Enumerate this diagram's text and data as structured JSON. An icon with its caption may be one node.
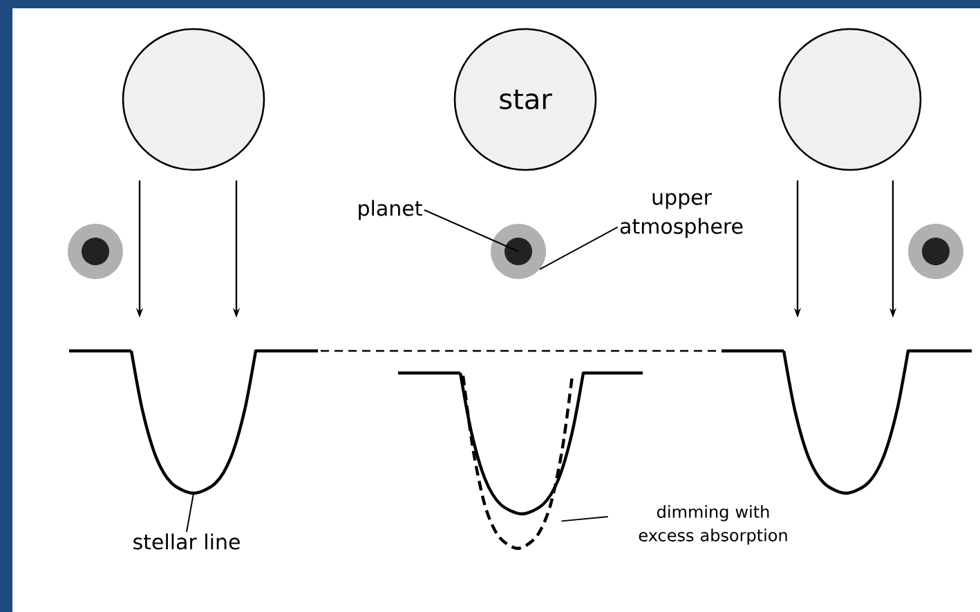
{
  "diagram": {
    "nodes": [
      {
        "text": [],
        "shape": "circle"
      },
      {
        "text": [
          "star"
        ]
      },
      {
        "text": [],
        "shape": "circle"
      },
      {
        "text": [],
        "shape": "circle"
      },
      {
        "text": [],
        "shape": "circle"
      },
      {
        "text": [],
        "shape": "circle"
      },
      {
        "text": [
          "planet"
        ]
      },
      {
        "text": [
          "upper atmosphere"
        ]
      },
      {
        "text": [
          "stellar line"
        ]
      },
      {
        "text": [],
        "shape": "curve"
      },
      {
        "text": [],
        "shape": "curve"
      },
      {
        "text": [
          "dimming with excess absorption"
        ]
      }
    ],
    "edges": [
      {
        "from": 0,
        "to": null,
        "arrow": "to"
      },
      {
        "from": 0,
        "to": null,
        "arrow": "to"
      },
      {
        "from": 2,
        "to": null,
        "arrow": "to"
      },
      {
        "from": 2,
        "to": null,
        "arrow": "to"
      },
      {
        "from": 6,
        "to": 4,
        "arrow": "none"
      },
      {
        "from": 7,
        "to": 4,
        "arrow": "none"
      },
      {
        "from": 8,
        "to": 9,
        "arrow": "none"
      },
      {
        "from": 11,
        "to": 10,
        "arrow": "none"
      }
    ]
  }
}
